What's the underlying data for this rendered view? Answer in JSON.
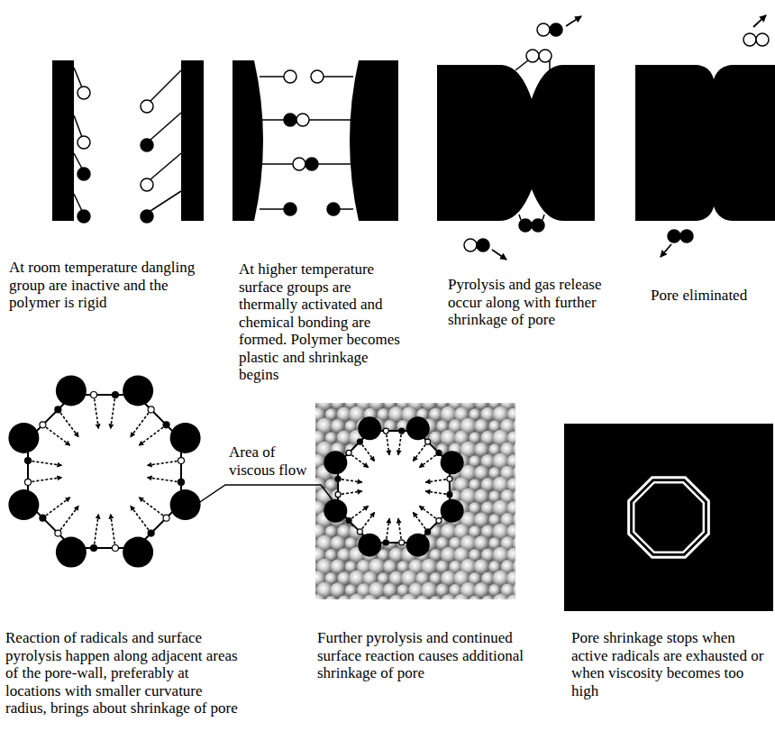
{
  "diagram": {
    "labels": [
      "At room temperature dangling group are inactive and the polymer is rigid",
      "At higher temperature surface groups are thermally activated and chemical bonding are formed. Polymer becomes plastic and shrinkage begins",
      "Pyrolysis and gas release occur along with further shrinkage of pore",
      "Pore eliminated",
      "Area of viscous flow",
      "Reaction of radicals and surface pyrolysis happen along adjacent areas of the pore-wall, preferably at locations with smaller curvature radius, brings about shrinkage of pore",
      "Further pyrolysis and continued surface reaction causes additional shrinkage of pore",
      "Pore shrinkage stops when active radicals are exhausted or when viscosity becomes too high"
    ]
  }
}
